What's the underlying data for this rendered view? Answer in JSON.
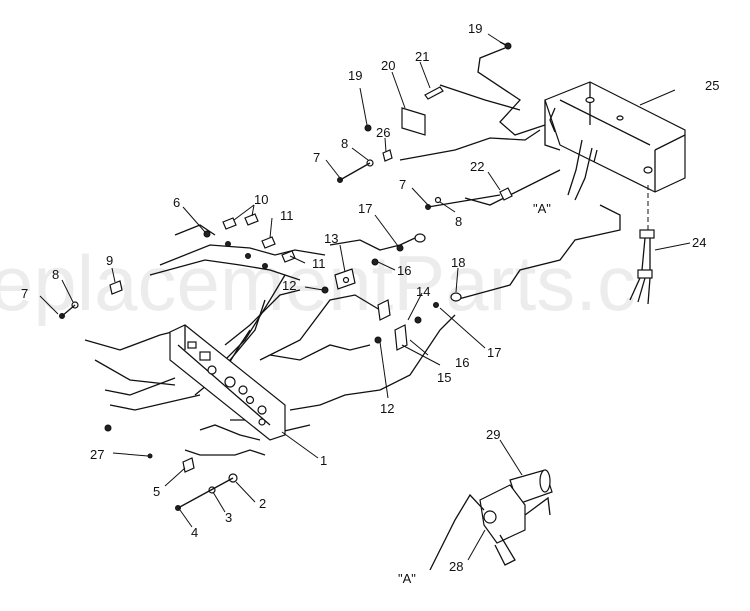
{
  "watermark": "eplacementParts.c",
  "labels": {
    "n1": "1",
    "n2": "2",
    "n3": "3",
    "n4": "4",
    "n5": "5",
    "n6": "6",
    "n7a": "7",
    "n7b": "7",
    "n7c": "7",
    "n8a": "8",
    "n8b": "8",
    "n8c": "8",
    "n9": "9",
    "n10": "10",
    "n11a": "11",
    "n11b": "11",
    "n12a": "12",
    "n12b": "12",
    "n13": "13",
    "n14": "14",
    "n15": "15",
    "n16a": "16",
    "n16b": "16",
    "n17a": "17",
    "n17b": "17",
    "n18": "18",
    "n19a": "19",
    "n19b": "19",
    "n20": "20",
    "n21": "21",
    "n22": "22",
    "n24": "24",
    "n25": "25",
    "n26": "26",
    "n27": "27",
    "n28": "28",
    "n29": "29",
    "a1": "\"A\"",
    "a2": "\"A\""
  }
}
